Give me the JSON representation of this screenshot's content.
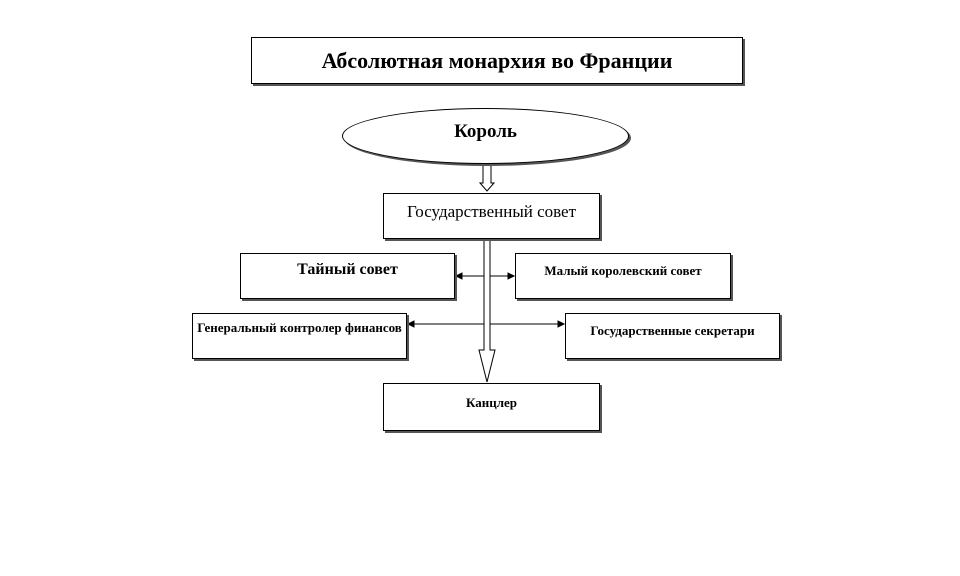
{
  "title": "Абсолютная монархия во Франции",
  "nodes": {
    "king": "Король",
    "state_council": "Государственный совет",
    "secret_council": "Тайный совет",
    "small_royal_council": "Малый королевский совет",
    "controller_general": "Генеральный контролер финансов",
    "state_secretaries": "Государственные секретари",
    "chancellor": "Канцлер"
  }
}
